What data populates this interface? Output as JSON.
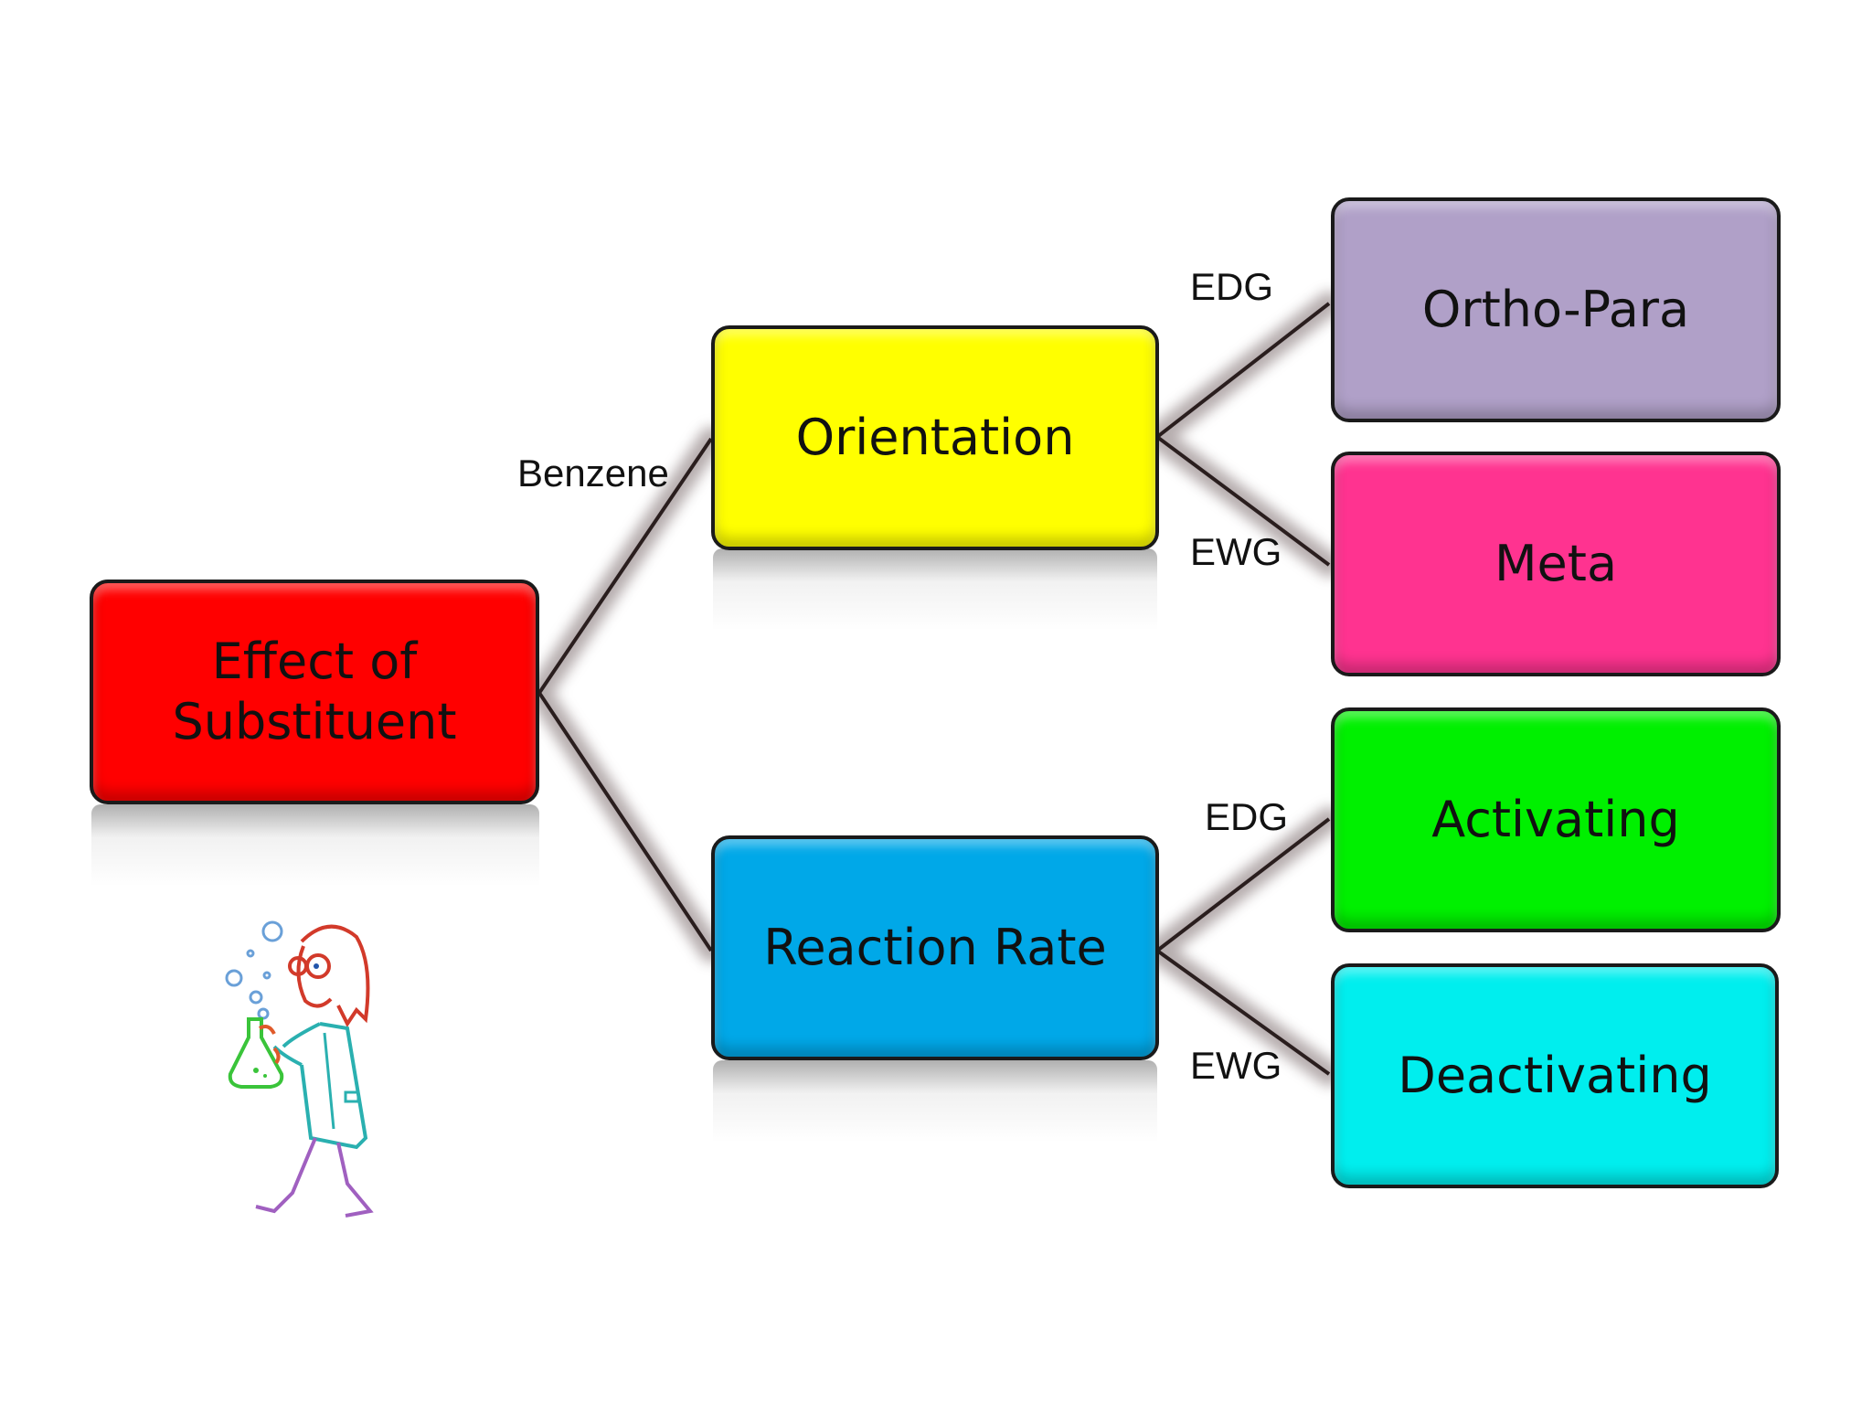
{
  "nodes": {
    "root": {
      "label": "Effect of\nSubstituent",
      "color": "#ff0000"
    },
    "orientation": {
      "label": "Orientation",
      "color": "#ffff00"
    },
    "rate": {
      "label": "Reaction Rate",
      "color": "#00a8e8"
    },
    "ortho_para": {
      "label": "Ortho-Para",
      "color": "#b0a0c8"
    },
    "meta": {
      "label": "Meta",
      "color": "#ff3390"
    },
    "activating": {
      "label": "Activating",
      "color": "#00f000"
    },
    "deactivating": {
      "label": "Deactivating",
      "color": "#00eeee"
    }
  },
  "edge_labels": {
    "benzene": "Benzene",
    "edg_orientation": "EDG",
    "ewg_orientation": "EWG",
    "edg_rate": "EDG",
    "ewg_rate": "EWG"
  },
  "illustration": {
    "icon": "scientist-with-flask-icon"
  }
}
